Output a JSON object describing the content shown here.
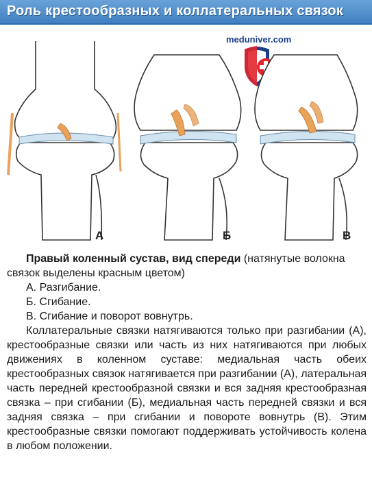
{
  "header": {
    "title": "Роль крестообразных и коллатеральных связок"
  },
  "logo": {
    "text": "meduniver.com",
    "colors": {
      "blue": "#1a3f8a",
      "red": "#e0262b"
    }
  },
  "figure": {
    "labels": [
      "А",
      "Б",
      "В"
    ]
  },
  "caption": {
    "heading_bold": "Правый коленный сустав, вид спереди",
    "heading_rest": " (натянутые волокна связок выделены красным цветом)",
    "items": [
      "А. Разгибание.",
      "Б. Сгибание.",
      "В. Сгибание и поворот вовнутрь."
    ],
    "body": "Коллатеральные связки натягиваются только при разгибании (А), крестообразные связки или часть из них натягиваются при любых движениях в коленном суставе: медиальная часть обеих крестообразных связок натягивается при разгибании (А), латеральная часть передней крестообразной связки и вся задняя крестообразная связка – при сгибании (Б), медиальная часть передней связки и вся задняя связка – при сгибании и повороте вовнутрь (В). Этим крестообразные связки помогают поддерживать устойчивость колена в любом положении."
  },
  "colors": {
    "title_bar": "#3f7fc0",
    "bone_outline": "#333333",
    "cartilage": "#cfe3f1",
    "ligament": "#e8a25a"
  }
}
